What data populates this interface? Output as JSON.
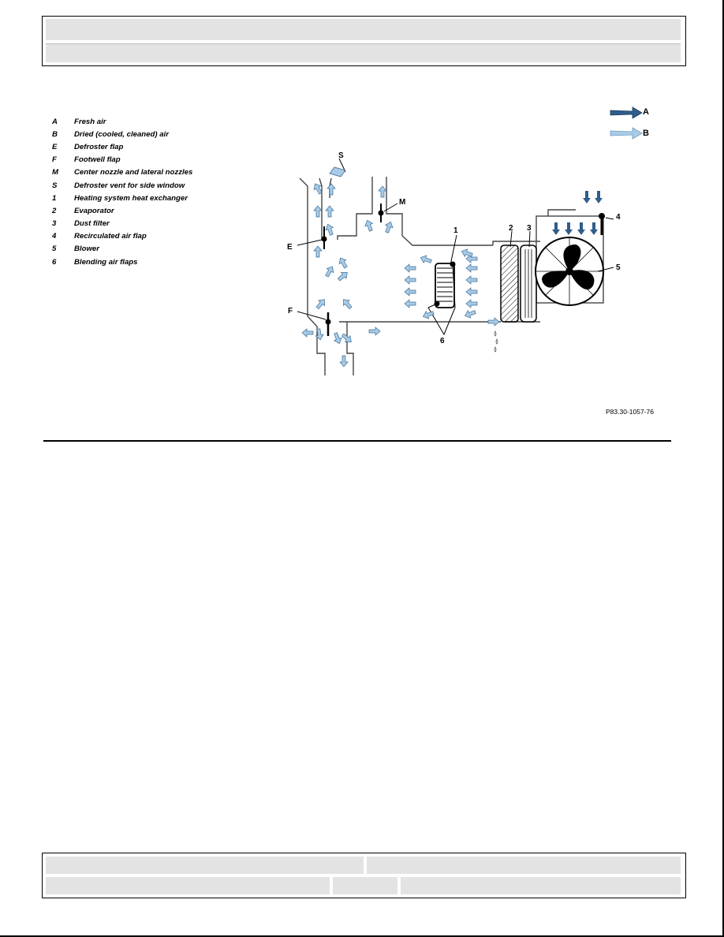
{
  "legend": [
    {
      "key": "A",
      "text": "Fresh air"
    },
    {
      "key": "B",
      "text": "Dried (cooled, cleaned) air"
    },
    {
      "key": "E",
      "text": "Defroster flap"
    },
    {
      "key": "F",
      "text": "Footwell flap"
    },
    {
      "key": "M",
      "text": "Center nozzle and lateral nozzles"
    },
    {
      "key": "S",
      "text": "Defroster vent for side window"
    },
    {
      "key": "1",
      "text": "Heating system heat exchanger"
    },
    {
      "key": "2",
      "text": "Evaporator"
    },
    {
      "key": "3",
      "text": "Dust filter"
    },
    {
      "key": "4",
      "text": "Recirculated air flap"
    },
    {
      "key": "5",
      "text": "Blower"
    },
    {
      "key": "6",
      "text": "Blending air flaps"
    }
  ],
  "arrow_key": {
    "a_label": "A",
    "b_label": "B",
    "a_color": "#2f5d8a",
    "b_color": "#a9cbe6"
  },
  "callouts": {
    "s": "S",
    "m": "M",
    "e": "E",
    "f": "F",
    "n1": "1",
    "n2": "2",
    "n3": "3",
    "n4": "4",
    "n5": "5",
    "n6": "6"
  },
  "figure_code": "P83.30-1057-76"
}
